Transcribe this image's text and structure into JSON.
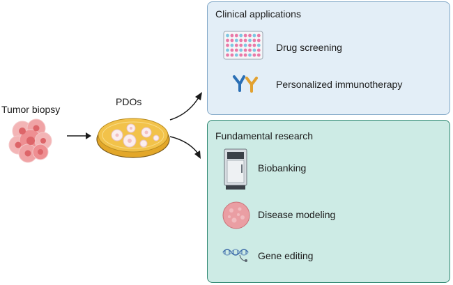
{
  "left": {
    "tumor_biopsy_label": "Tumor biopsy",
    "pdos_label": "PDOs"
  },
  "clinical": {
    "title": "Clinical applications",
    "items": [
      {
        "label": "Drug screening",
        "icon": "well-plate-icon"
      },
      {
        "label": "Personalized immunotherapy",
        "icon": "antibody-icon"
      }
    ]
  },
  "fundamental": {
    "title": "Fundamental research",
    "items": [
      {
        "label": "Biobanking",
        "icon": "freezer-icon"
      },
      {
        "label": "Disease modeling",
        "icon": "organoid-icon"
      },
      {
        "label": "Gene editing",
        "icon": "dna-icon"
      }
    ]
  },
  "colors": {
    "clinical_fill": "#e3eef7",
    "clinical_border": "#7fa6c6",
    "fundamental_fill": "#cdebe5",
    "fundamental_border": "#2d8670",
    "tumor": "#ee8f92",
    "dish": "#f2c24a"
  }
}
